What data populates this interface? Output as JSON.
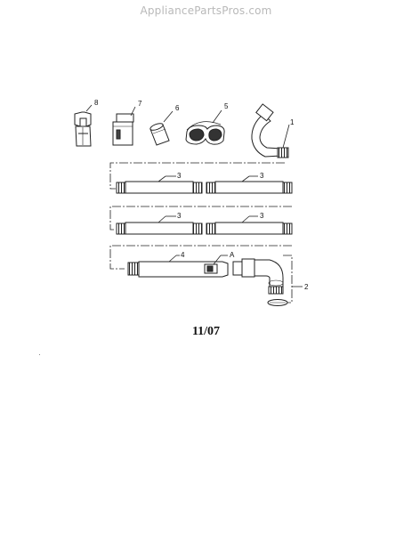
{
  "watermark": "AppliancePartsPros.com",
  "diagram_date": "11/07",
  "callouts": {
    "c1": "1",
    "c2": "2",
    "c3a": "3",
    "c3b": "3",
    "c3c": "3",
    "c3d": "3",
    "c4": "4",
    "c5": "5",
    "c6": "6",
    "c7": "7",
    "c8": "8",
    "cA": "A"
  }
}
